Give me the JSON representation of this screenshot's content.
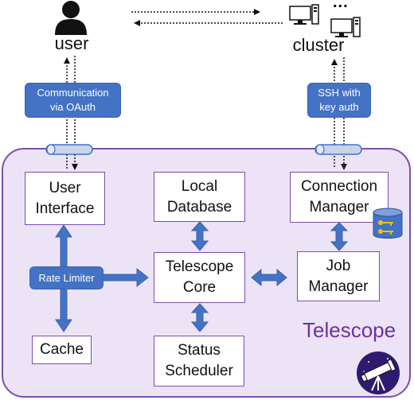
{
  "external": {
    "user_label": "user",
    "cluster_label": "cluster",
    "ellipsis": "..."
  },
  "badges": {
    "oauth_line1": "Communication",
    "oauth_line2": "via OAuth",
    "ssh_line1": "SSH with",
    "ssh_line2": "key auth",
    "rate_limiter": "Rate Limiter"
  },
  "components": {
    "user_interface": [
      "User",
      "Interface"
    ],
    "local_database": [
      "Local",
      "Database"
    ],
    "connection_manager": [
      "Connection",
      "Manager"
    ],
    "telescope_core": [
      "Telescope",
      "Core"
    ],
    "job_manager": [
      "Job",
      "Manager"
    ],
    "cache": "Cache",
    "status_scheduler": [
      "Status",
      "Scheduler"
    ]
  },
  "system_label": "Telescope",
  "colors": {
    "container_fill": "#ece4f6",
    "container_border": "#7a4fae",
    "accent_blue": "#4472c4",
    "title_purple": "#7030a0"
  },
  "icons": [
    "user-icon",
    "computer-icon",
    "database-icon",
    "key-icon",
    "telescope-logo-icon"
  ]
}
